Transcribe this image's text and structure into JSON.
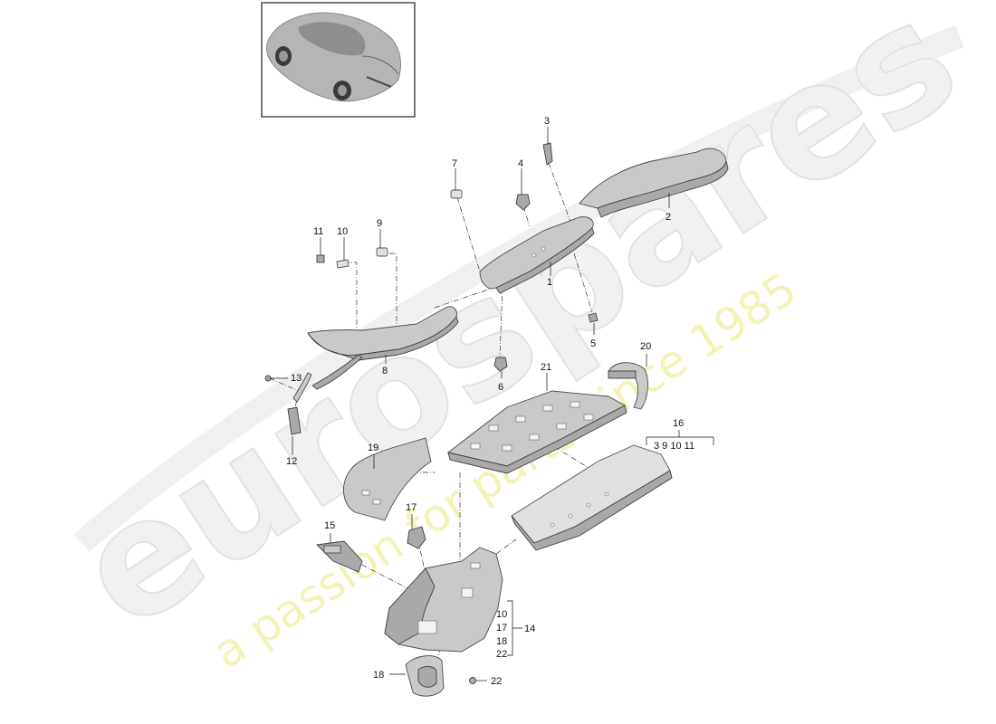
{
  "watermark": {
    "brand": "eurospares",
    "tagline": "a passion for parts since 1985",
    "brand_color": "#eeeeee",
    "tagline_color": "#f0f0a8"
  },
  "thumbnail": {
    "icon": "car-icon"
  },
  "callouts": {
    "c1": "1",
    "c2": "2",
    "c3": "3",
    "c4": "4",
    "c5": "5",
    "c6": "6",
    "c7": "7",
    "c8": "8",
    "c9": "9",
    "c10": "10",
    "c11": "11",
    "c12": "12",
    "c13": "13",
    "c14": "14",
    "c15": "15",
    "c16": "16",
    "c17": "17",
    "c18": "18",
    "c19": "19",
    "c20": "20",
    "c21": "21",
    "c22": "22"
  },
  "group16": {
    "label": "16",
    "members": "3 9 10 11"
  },
  "group14": {
    "label": "14",
    "m1": "10",
    "m2": "17",
    "m3": "18",
    "m4": "22"
  }
}
